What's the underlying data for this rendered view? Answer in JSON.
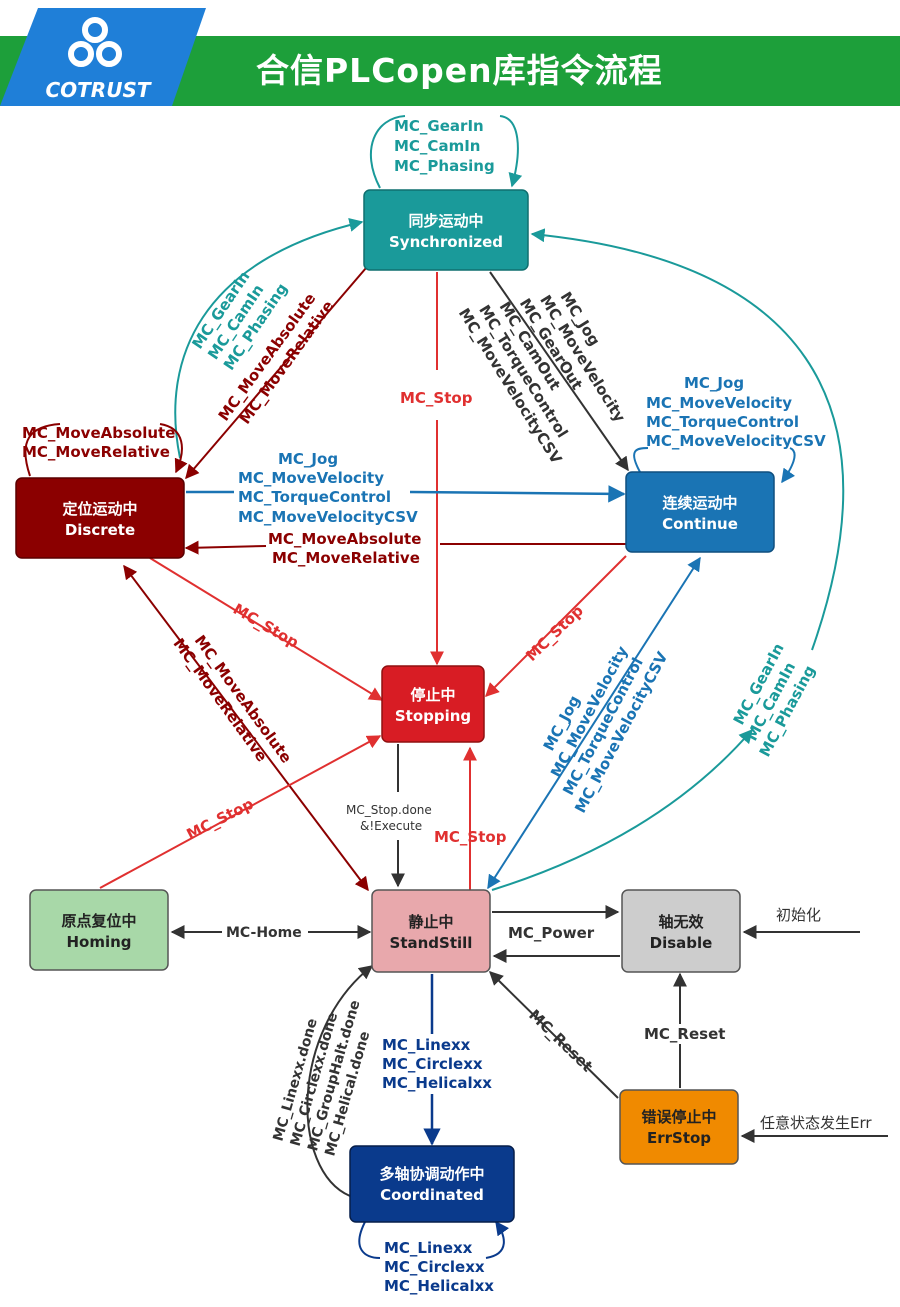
{
  "header": {
    "logo_text": "COTRUST",
    "title": "合信PLCopen库指令流程"
  },
  "colors": {
    "header_green": "#1d9f3a",
    "logo_blue": "#1f7fd8",
    "teal": "#1a9a9a",
    "dark_red": "#8b0000",
    "red": "#e03030",
    "blue": "#1a74b4",
    "navy": "#0a3a8c",
    "dark": "#333333"
  },
  "states": {
    "synchronized": {
      "cn": "同步运动中",
      "en": "Synchronized"
    },
    "discrete": {
      "cn": "定位运动中",
      "en": "Discrete"
    },
    "continue": {
      "cn": "连续运动中",
      "en": "Continue"
    },
    "stopping": {
      "cn": "停止中",
      "en": "Stopping"
    },
    "homing": {
      "cn": "原点复位中",
      "en": "Homing"
    },
    "standstill": {
      "cn": "静止中",
      "en": "StandStill"
    },
    "disable": {
      "cn": "轴无效",
      "en": "Disable"
    },
    "errstop": {
      "cn": "错误停止中",
      "en": "ErrStop"
    },
    "coordinated": {
      "cn": "多轴协调动作中",
      "en": "Coordinated"
    }
  },
  "labels": {
    "sync_self": [
      "MC_GearIn",
      "MC_CamIn",
      "MC_Phasing"
    ],
    "discrete_to_sync": [
      "MC_GearIn",
      "MC_CamIn",
      "MC_Phasing"
    ],
    "sync_to_discrete": [
      "MC_MoveAbsolute",
      "MC_MoveRelative"
    ],
    "discrete_self": [
      "MC_MoveAbsolute",
      "MC_MoveRelative"
    ],
    "sync_stop": "MC_Stop",
    "sync_to_continue": [
      "MC_Jog",
      "MC_MoveVelocity",
      "MC_GearOut",
      "MC_CamOut",
      "MC_TorqueControl",
      "MC_MoveVelocityCSV"
    ],
    "continue_self": [
      "MC_Jog",
      "MC_MoveVelocity",
      "MC_TorqueControl",
      "MC_MoveVelocityCSV"
    ],
    "discrete_to_continue": [
      "MC_Jog",
      "MC_MoveVelocity",
      "MC_TorqueControl",
      "MC_MoveVelocityCSV"
    ],
    "continue_to_discrete": [
      "MC_MoveAbsolute",
      "MC_MoveRelative"
    ],
    "discrete_stop": "MC_Stop",
    "continue_stop": "MC_Stop",
    "standstill_to_discrete": [
      "MC_MoveAbsolute",
      "MC_MoveRelative"
    ],
    "standstill_to_continue": [
      "MC_Jog",
      "MC_MoveVelocity",
      "MC_TorqueControl",
      "MC_MoveVelocityCSV"
    ],
    "standstill_to_sync": [
      "MC_GearIn",
      "MC_CamIn",
      "MC_Phasing"
    ],
    "homing_stop": "MC_Stop",
    "stop_done": [
      "MC_Stop.done",
      "&!Execute"
    ],
    "standstill_stop": "MC_Stop",
    "mc_home": "MC-Home",
    "mc_power": "MC_Power",
    "init": "初始化",
    "mc_reset_left": "MC_Reset",
    "mc_reset_up": "MC_Reset",
    "any_err": "任意状态发生Err",
    "to_coordinated": [
      "MC_Linexx",
      "MC_Circlexx",
      "MC_Helicalxx"
    ],
    "coordinated_done": [
      "MC_Linexx.done",
      "MC_Circlexx.done",
      "MC_GroupHalt.done",
      "MC_Helical.done"
    ],
    "coordinated_self": [
      "MC_Linexx",
      "MC_Circlexx",
      "MC_Helicalxx"
    ]
  }
}
